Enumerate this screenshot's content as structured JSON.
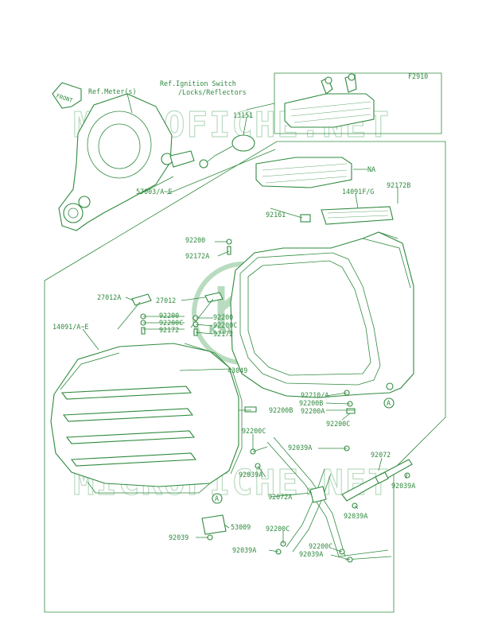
{
  "figure_code": "F2910",
  "watermark": "MICROFICHE.NET",
  "brand": "Kawasaki",
  "front_arrow_label": "FRONT",
  "callouts": {
    "ref_meter": "Ref.Meter(s)",
    "ref_ignition_1": "Ref.Ignition Switch",
    "ref_ignition_2": "/Locks/Reflectors",
    "p13151": "13151",
    "pNA": "NA",
    "p57003": "57003/A~E",
    "p14091FG": "14091F/G",
    "p92172B": "92172B",
    "p92161": "92161",
    "p92200_top": "92200",
    "p92172A_top": "92172A",
    "p27012A": "27012A",
    "p27012": "27012",
    "p92200_l": "92200",
    "p92200C_l": "92200C",
    "p92172_l": "92172",
    "p92200_r": "92200",
    "p92200C_r": "92200C",
    "p92172_r": "92172",
    "p14091AE": "14091/A~E",
    "p43049": "43049",
    "p92210A": "92210/A",
    "p92200B_a": "92200B",
    "p92200A": "92200A",
    "p92200B_b": "92200B",
    "p92200C_mid": "92200C",
    "p92200C_left": "92200C",
    "p92039A_1": "92039A",
    "p92039A_2": "92039A",
    "p92072": "92072",
    "p92039A_3": "92039A",
    "p92072A": "92072A",
    "p92039A_4": "92039A",
    "p53009": "53009",
    "p92039": "92039",
    "p92200C_bot": "92200C",
    "p92039A_5": "92039A",
    "p92200C_bot2": "92200C",
    "p92039A_6": "92039A",
    "ref_A": "A"
  }
}
